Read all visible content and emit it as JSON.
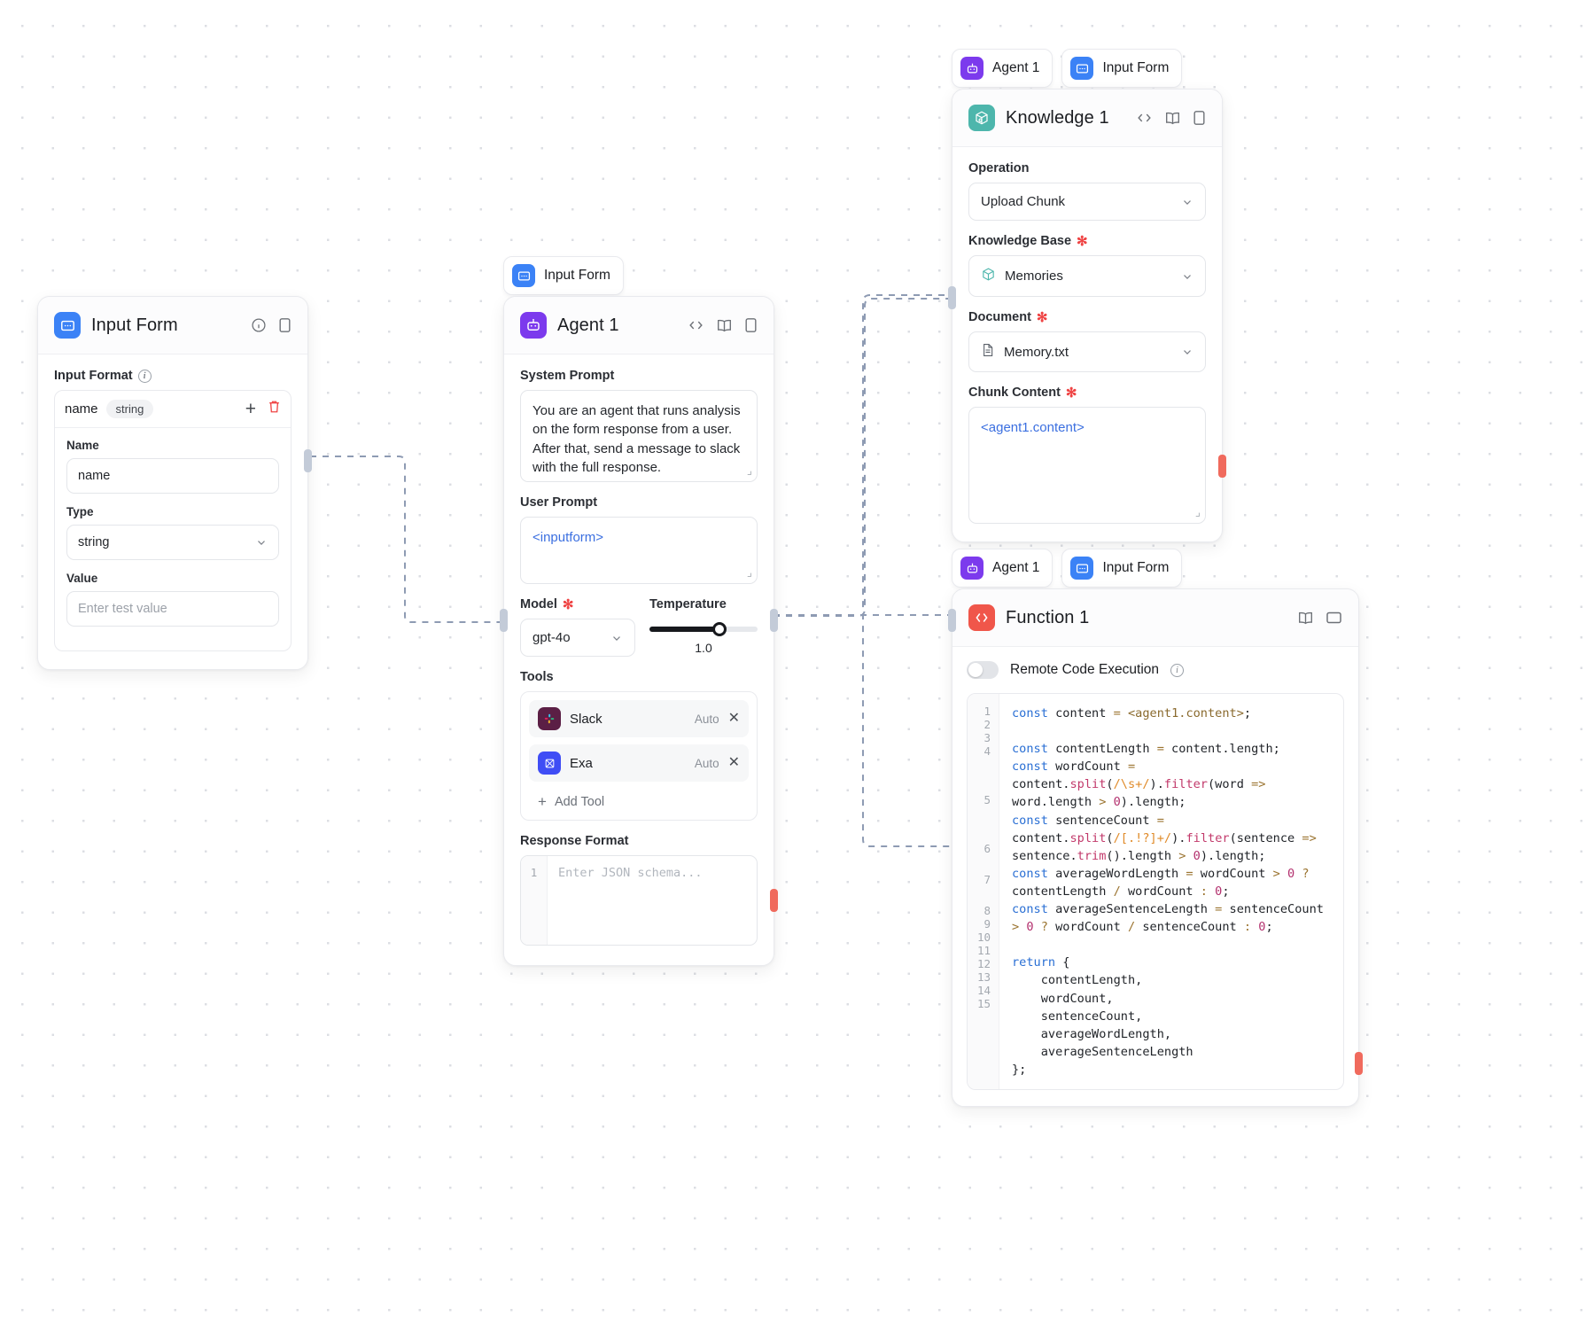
{
  "nodes": {
    "input_form": {
      "title": "Input Form",
      "icon": "form-icon",
      "section_label": "Input Format",
      "row": {
        "name": "name",
        "type_badge": "string"
      },
      "fields": {
        "name_label": "Name",
        "name_value": "name",
        "type_label": "Type",
        "type_value": "string",
        "value_label": "Value",
        "value_placeholder": "Enter test value"
      }
    },
    "agent": {
      "title": "Agent 1",
      "chip_label": "Input Form",
      "system_prompt_label": "System Prompt",
      "system_prompt_value": "You are an agent that runs analysis on the form response from a user. After that, send a message to slack with the full response.",
      "user_prompt_label": "User Prompt",
      "user_prompt_value": "<inputform>",
      "model_label": "Model",
      "model_value": "gpt-4o",
      "temperature_label": "Temperature",
      "temperature_value": "1.0",
      "tools_label": "Tools",
      "tools": [
        {
          "name": "Slack",
          "mode": "Auto"
        },
        {
          "name": "Exa",
          "mode": "Auto"
        }
      ],
      "add_tool_label": "Add Tool",
      "response_format_label": "Response Format",
      "response_format_placeholder": "Enter JSON schema...",
      "response_format_line": "1"
    },
    "knowledge": {
      "title": "Knowledge 1",
      "chips": [
        "Agent 1",
        "Input Form"
      ],
      "operation_label": "Operation",
      "operation_value": "Upload Chunk",
      "knowledge_base_label": "Knowledge Base",
      "knowledge_base_value": "Memories",
      "document_label": "Document",
      "document_value": "Memory.txt",
      "chunk_content_label": "Chunk Content",
      "chunk_content_value": "<agent1.content>"
    },
    "function": {
      "title": "Function 1",
      "chips": [
        "Agent 1",
        "Input Form"
      ],
      "toggle_label": "Remote Code Execution",
      "toggle_on": false,
      "code_lines": [
        {
          "no": "1",
          "text": "const content = <agent1.content>;"
        },
        {
          "no": "2",
          "text": ""
        },
        {
          "no": "3",
          "text": "const contentLength = content.length;"
        },
        {
          "no": "4",
          "text": "const wordCount = content.split(/\\s+/).filter(word => word.length > 0).length;"
        },
        {
          "no": "5",
          "text": "const sentenceCount = content.split(/[.!?]+/).filter(sentence => sentence.trim().length > 0).length;"
        },
        {
          "no": "6",
          "text": "const averageWordLength = wordCount > 0 ? contentLength / wordCount : 0;"
        },
        {
          "no": "7",
          "text": "const averageSentenceLength = sentenceCount > 0 ? wordCount / sentenceCount : 0;"
        },
        {
          "no": "8",
          "text": ""
        },
        {
          "no": "9",
          "text": "return {"
        },
        {
          "no": "10",
          "text": "  contentLength,"
        },
        {
          "no": "11",
          "text": "  wordCount,"
        },
        {
          "no": "12",
          "text": "  sentenceCount,"
        },
        {
          "no": "13",
          "text": "  averageWordLength,"
        },
        {
          "no": "14",
          "text": "  averageSentenceLength"
        },
        {
          "no": "15",
          "text": "};"
        }
      ]
    }
  },
  "colors": {
    "input_form_icon": "#3b82f6",
    "agent_icon": "#7c3aed",
    "knowledge_icon": "#4db6ac",
    "function_icon": "#f0564a",
    "required_marker": "#ef4444",
    "template_text": "#3b6fe0",
    "output_port": "#f06a5d"
  }
}
